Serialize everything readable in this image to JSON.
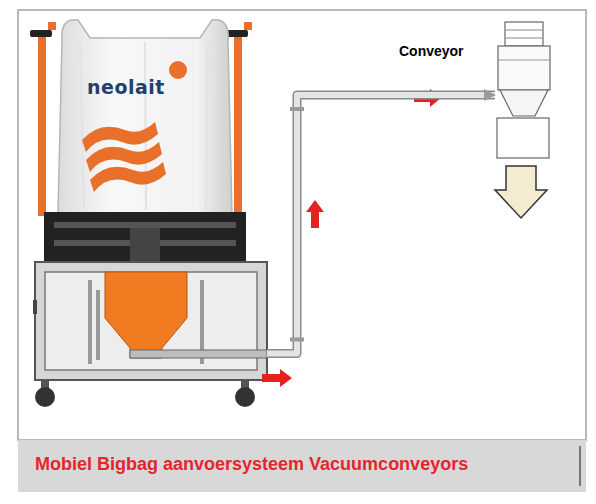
{
  "diagram": {
    "caption": "Mobiel Bigbag aanvoersysteem Vacuumconveyors",
    "nodes": [
      {
        "text": [
          "neolait"
        ]
      },
      {
        "text": [
          "Conveyor"
        ]
      }
    ],
    "edges": [
      {
        "from": 0,
        "to": 1,
        "arrow": "to"
      }
    ]
  }
}
